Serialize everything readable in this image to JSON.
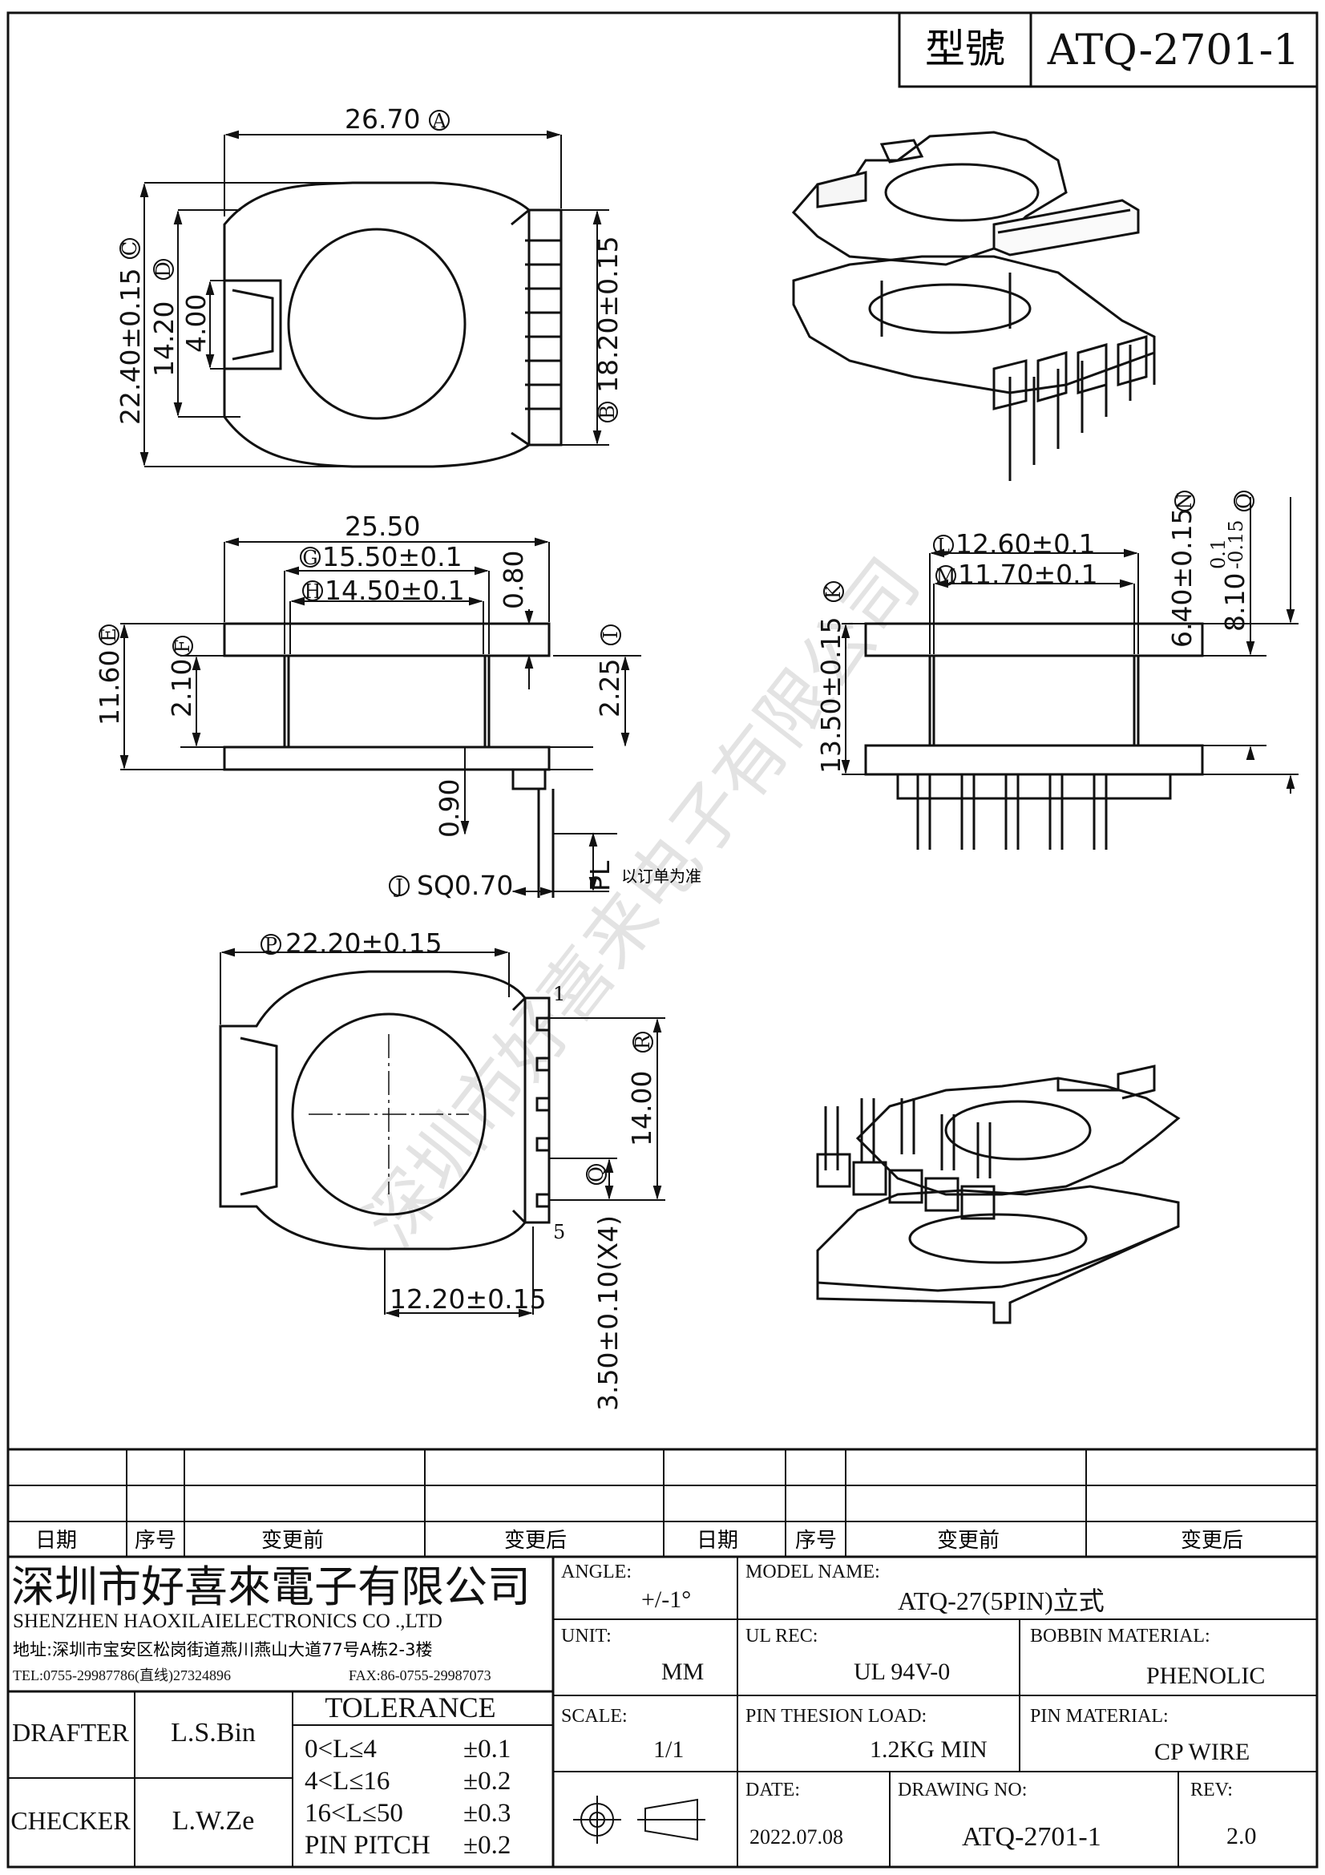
{
  "header": {
    "model_label": "型號",
    "model_value": "ATQ-2701-1"
  },
  "top_view": {
    "dim_a": "26.70",
    "tag_a": "A",
    "dim_c": "22.40±0.15",
    "tag_c": "C",
    "dim_d": "14.20",
    "tag_d": "D",
    "dim_slot": "4.00",
    "dim_b": "18.20±0.15",
    "tag_b": "B"
  },
  "front_view": {
    "dim_width": "25.50",
    "dim_g": "15.50±0.1",
    "tag_g": "G",
    "dim_h": "14.50±0.1",
    "tag_h": "H",
    "dim_080": "0.80",
    "dim_e": "11.60",
    "tag_e": "E",
    "dim_f": "2.10",
    "tag_f": "F",
    "dim_i": "2.25",
    "tag_i": "I",
    "dim_090": "0.90",
    "dim_j": "SQ0.70",
    "tag_j": "J",
    "dim_pl": "PL",
    "pl_note": "以订单为准"
  },
  "side_view": {
    "dim_l": "12.60±0.1",
    "tag_l": "L",
    "dim_m": "11.70±0.1",
    "tag_m": "M",
    "dim_k": "13.50±0.15",
    "tag_k": "K",
    "dim_n": "6.40±0.15",
    "tag_n": "N",
    "dim_o": "8.10",
    "dim_o_upper": "0.1",
    "dim_o_lower": "-0.15",
    "tag_o": "O"
  },
  "bottom_view": {
    "dim_p": "22.20±0.15",
    "tag_p": "P",
    "dim_r": "14.00",
    "tag_r": "R",
    "dim_q": "3.50±0.10(X4)",
    "tag_q": "Q",
    "dim_x": "12.20±0.15",
    "pin_first": "1",
    "pin_last": "5"
  },
  "watermark": "深圳市好喜来电子有限公司",
  "revision_table": {
    "headers": [
      "日期",
      "序号",
      "变更前",
      "变更后",
      "日期",
      "序号",
      "变更前",
      "变更后"
    ]
  },
  "company": {
    "name_cn": "深圳市好喜來電子有限公司",
    "name_en": "SHENZHEN  HAOXILAIELECTRONICS  CO .,LTD",
    "address": "地址:深圳市宝安区松岗街道燕川燕山大道77号A栋2-3楼",
    "tel": "TEL:0755-29987786(直线)27324896",
    "fax": "FAX:86-0755-29987073"
  },
  "title_block": {
    "angle_label": "ANGLE:",
    "angle_value": "+/-1°",
    "model_name_label": "MODEL NAME:",
    "model_name_value": "ATQ-27(5PIN)立式",
    "unit_label": "UNIT:",
    "unit_value": "MM",
    "ul_label": "UL REC:",
    "ul_value": "UL 94V-0",
    "bobbin_label": "BOBBIN MATERIAL:",
    "bobbin_value": "PHENOLIC",
    "scale_label": "SCALE:",
    "scale_value": "1/1",
    "pin_load_label": "PIN THESION LOAD:",
    "pin_load_value": "1.2KG MIN",
    "pin_material_label": "PIN MATERIAL:",
    "pin_material_value": "CP   WIRE",
    "date_label": "DATE:",
    "date_value": "2022.07.08",
    "drawing_no_label": "DRAWING NO:",
    "drawing_no_value": "ATQ-2701-1",
    "rev_label": "REV:",
    "rev_value": "2.0",
    "drafter_label": "DRAFTER",
    "drafter_value": "L.S.Bin",
    "checker_label": "CHECKER",
    "checker_value": "L.W.Ze",
    "tolerance_title": "TOLERANCE",
    "tolerances": [
      {
        "range": "0<L≤4",
        "value": "±0.1"
      },
      {
        "range": "4<L≤16",
        "value": "±0.2"
      },
      {
        "range": "16<L≤50",
        "value": "±0.3"
      },
      {
        "range": "PIN PITCH",
        "value": "±0.2"
      }
    ]
  }
}
